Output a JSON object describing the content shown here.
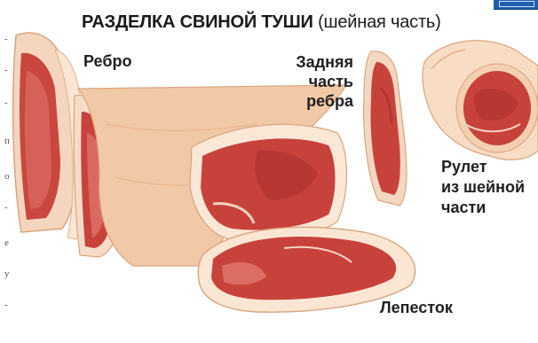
{
  "title": {
    "main": "РАЗДЕЛКА СВИНОЙ ТУШИ",
    "sub": "(шейная часть)"
  },
  "labels": {
    "rib": "Ребро",
    "back_rib_line1": "Задняя часть",
    "back_rib_line2": "ребра",
    "roll_line1": "Рулет",
    "roll_line2": "из шейной",
    "roll_line3": "части",
    "petal": "Лепесток"
  },
  "colors": {
    "meat_red": "#c8423c",
    "meat_dark": "#a92f2c",
    "fat": "#f7d9c3",
    "skin": "#f1c9a6",
    "background": "#ffffff"
  }
}
